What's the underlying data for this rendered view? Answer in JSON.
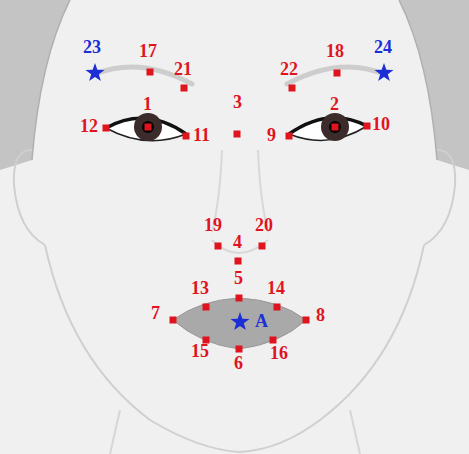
{
  "diagram": {
    "labels": [
      "23",
      "17",
      "21",
      "22",
      "18",
      "24",
      "1",
      "3",
      "2",
      "12",
      "11",
      "9",
      "10",
      "19",
      "20",
      "4",
      "5",
      "13",
      "14",
      "7",
      "A",
      "8",
      "15",
      "6",
      "16"
    ]
  }
}
